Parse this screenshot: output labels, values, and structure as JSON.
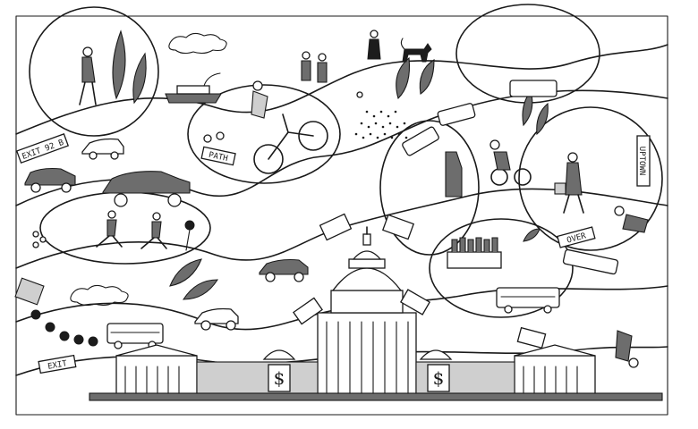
{
  "illustration": {
    "signs": {
      "exit_sign": "EXIT 92 B",
      "path_sign": "PATH",
      "uptown_sign": "UPTOWN",
      "over_sign": "OVER",
      "exit_lower_sign": "EXIT"
    },
    "colors": {
      "ink": "#1a1a1a",
      "paper": "#ffffff",
      "shade": "#6d6d6d"
    },
    "icons": [
      "capitol-building",
      "dollar-sign",
      "car",
      "bus",
      "bicycle",
      "tree",
      "cloud",
      "dog",
      "ship"
    ]
  }
}
